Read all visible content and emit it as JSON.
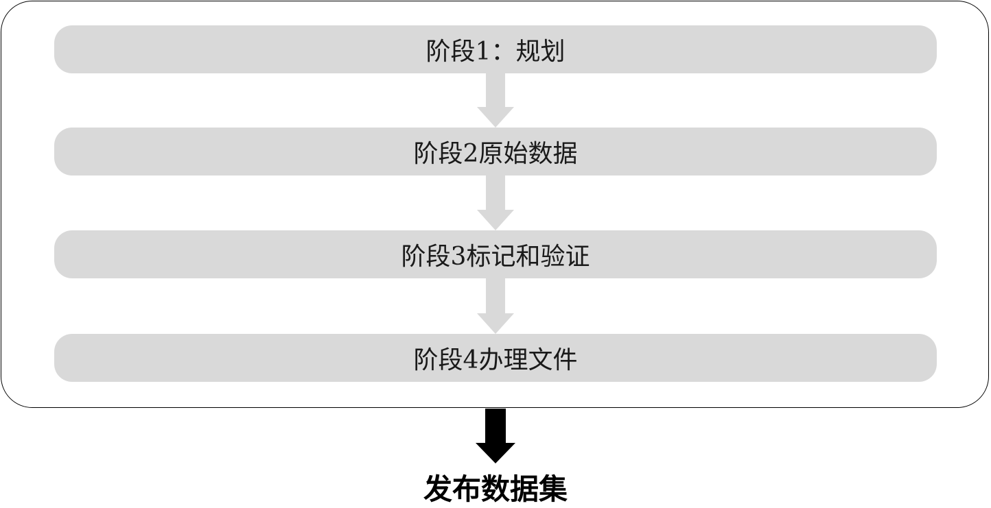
{
  "diagram": {
    "stages": [
      {
        "label": "阶段1：规划"
      },
      {
        "label": "阶段2原始数据"
      },
      {
        "label": "阶段3标记和验证"
      },
      {
        "label": "阶段4办理文件"
      }
    ],
    "output": {
      "label": "发布数据集"
    }
  },
  "colors": {
    "stage_fill": "#d9d9d9",
    "connector_arrow": "#d9d9d9",
    "output_arrow": "#000000",
    "frame_border": "#000000"
  }
}
